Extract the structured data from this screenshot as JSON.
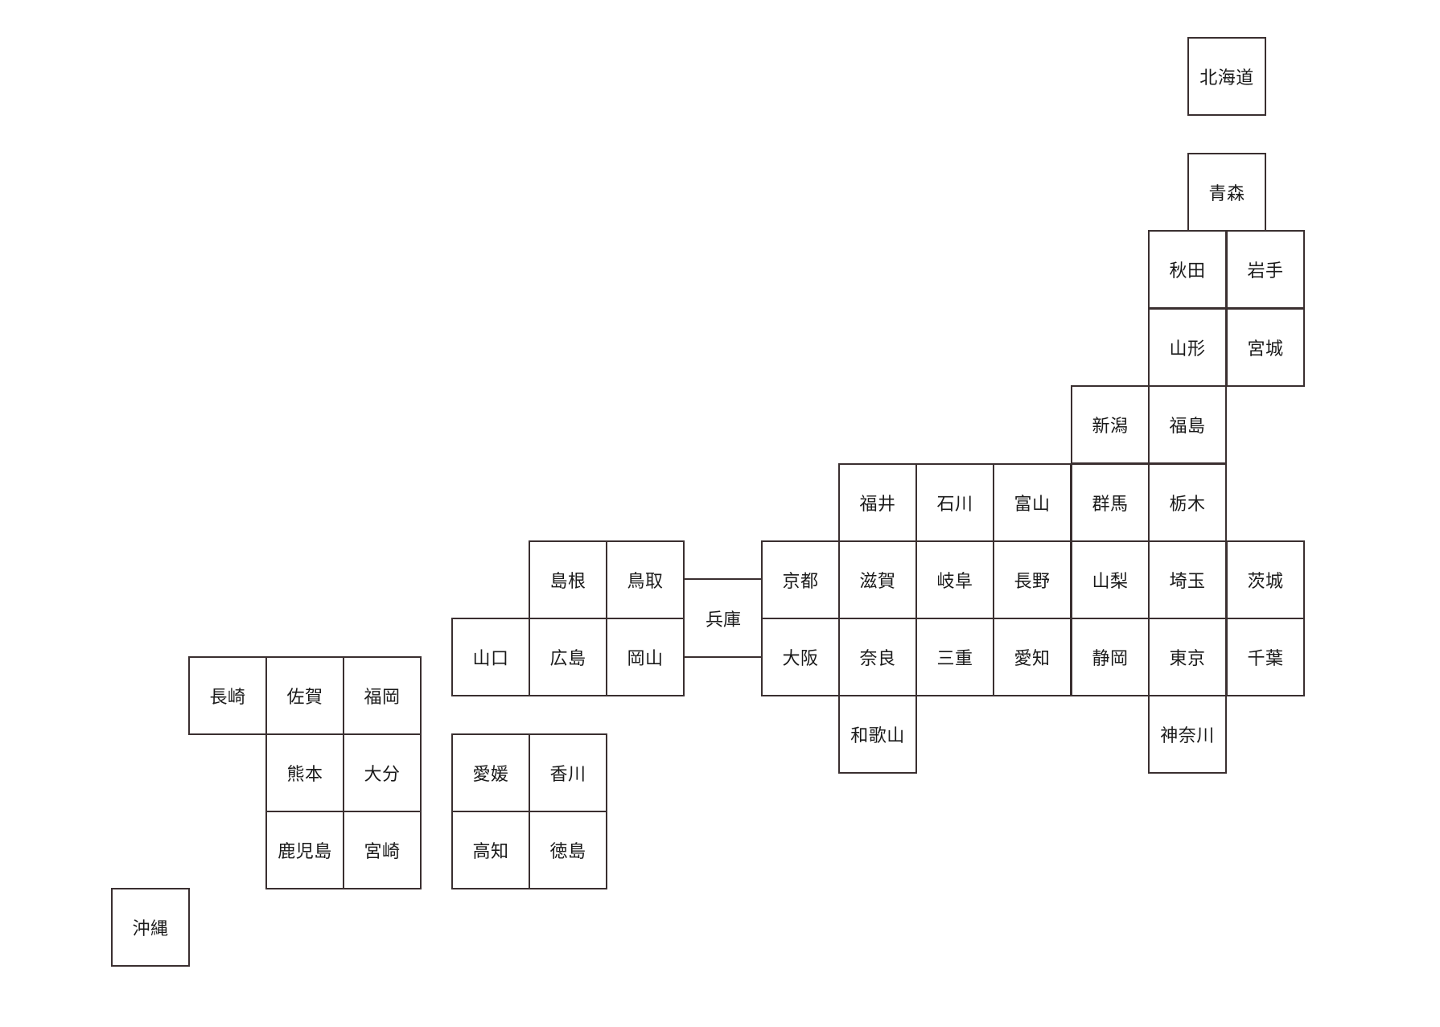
{
  "map": {
    "prefectures": [
      {
        "id": "hokkaido",
        "label": "北海道"
      },
      {
        "id": "aomori",
        "label": "青森"
      },
      {
        "id": "akita",
        "label": "秋田"
      },
      {
        "id": "iwate",
        "label": "岩手"
      },
      {
        "id": "yamagata",
        "label": "山形"
      },
      {
        "id": "miyagi",
        "label": "宮城"
      },
      {
        "id": "niigata",
        "label": "新潟"
      },
      {
        "id": "fukushima",
        "label": "福島"
      },
      {
        "id": "fukui",
        "label": "福井"
      },
      {
        "id": "ishikawa",
        "label": "石川"
      },
      {
        "id": "toyama",
        "label": "富山"
      },
      {
        "id": "gunma",
        "label": "群馬"
      },
      {
        "id": "tochigi",
        "label": "栃木"
      },
      {
        "id": "shimane",
        "label": "島根"
      },
      {
        "id": "tottori",
        "label": "鳥取"
      },
      {
        "id": "kyoto",
        "label": "京都"
      },
      {
        "id": "shiga",
        "label": "滋賀"
      },
      {
        "id": "gifu",
        "label": "岐阜"
      },
      {
        "id": "nagano",
        "label": "長野"
      },
      {
        "id": "yamanashi",
        "label": "山梨"
      },
      {
        "id": "saitama",
        "label": "埼玉"
      },
      {
        "id": "ibaraki",
        "label": "茨城"
      },
      {
        "id": "hyogo",
        "label": "兵庫"
      },
      {
        "id": "yamaguchi",
        "label": "山口"
      },
      {
        "id": "hiroshima",
        "label": "広島"
      },
      {
        "id": "okayama",
        "label": "岡山"
      },
      {
        "id": "osaka",
        "label": "大阪"
      },
      {
        "id": "nara",
        "label": "奈良"
      },
      {
        "id": "mie",
        "label": "三重"
      },
      {
        "id": "aichi",
        "label": "愛知"
      },
      {
        "id": "shizuoka",
        "label": "静岡"
      },
      {
        "id": "tokyo",
        "label": "東京"
      },
      {
        "id": "chiba",
        "label": "千葉"
      },
      {
        "id": "nagasaki",
        "label": "長崎"
      },
      {
        "id": "saga",
        "label": "佐賀"
      },
      {
        "id": "fukuoka",
        "label": "福岡"
      },
      {
        "id": "wakayama",
        "label": "和歌山"
      },
      {
        "id": "kanagawa",
        "label": "神奈川"
      },
      {
        "id": "kumamoto",
        "label": "熊本"
      },
      {
        "id": "oita",
        "label": "大分"
      },
      {
        "id": "ehime",
        "label": "愛媛"
      },
      {
        "id": "kagawa",
        "label": "香川"
      },
      {
        "id": "kagoshima",
        "label": "鹿児島"
      },
      {
        "id": "miyazaki",
        "label": "宮崎"
      },
      {
        "id": "kochi",
        "label": "高知"
      },
      {
        "id": "tokushima",
        "label": "徳島"
      },
      {
        "id": "okinawa",
        "label": "沖縄"
      }
    ]
  },
  "colors": {
    "border": "#3a2f30",
    "text": "#1a1a1a",
    "background": "#ffffff"
  }
}
